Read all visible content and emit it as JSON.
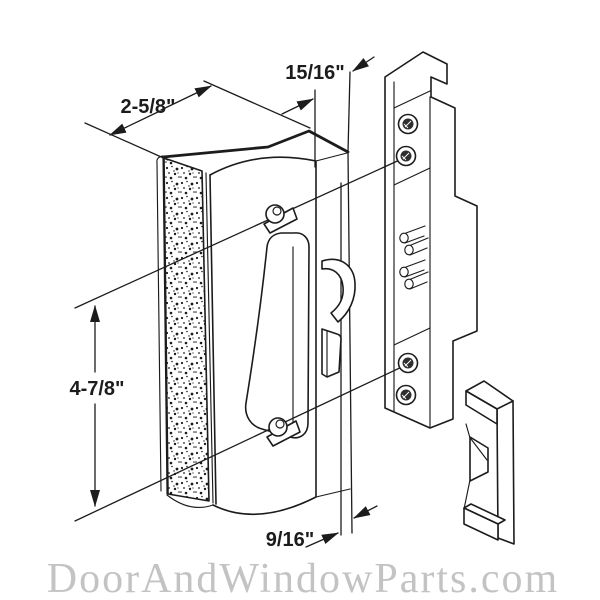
{
  "labels": {
    "dim_width": "2-5/8\"",
    "dim_depth": "15/16\"",
    "dim_screw_spacing": "4-7/8\"",
    "dim_offset": "9/16\""
  },
  "watermark": "DoorAndWindowParts.com",
  "colors": {
    "line": "#1c1c1c",
    "background": "#ffffff",
    "watermark": "#c3c3c3"
  }
}
